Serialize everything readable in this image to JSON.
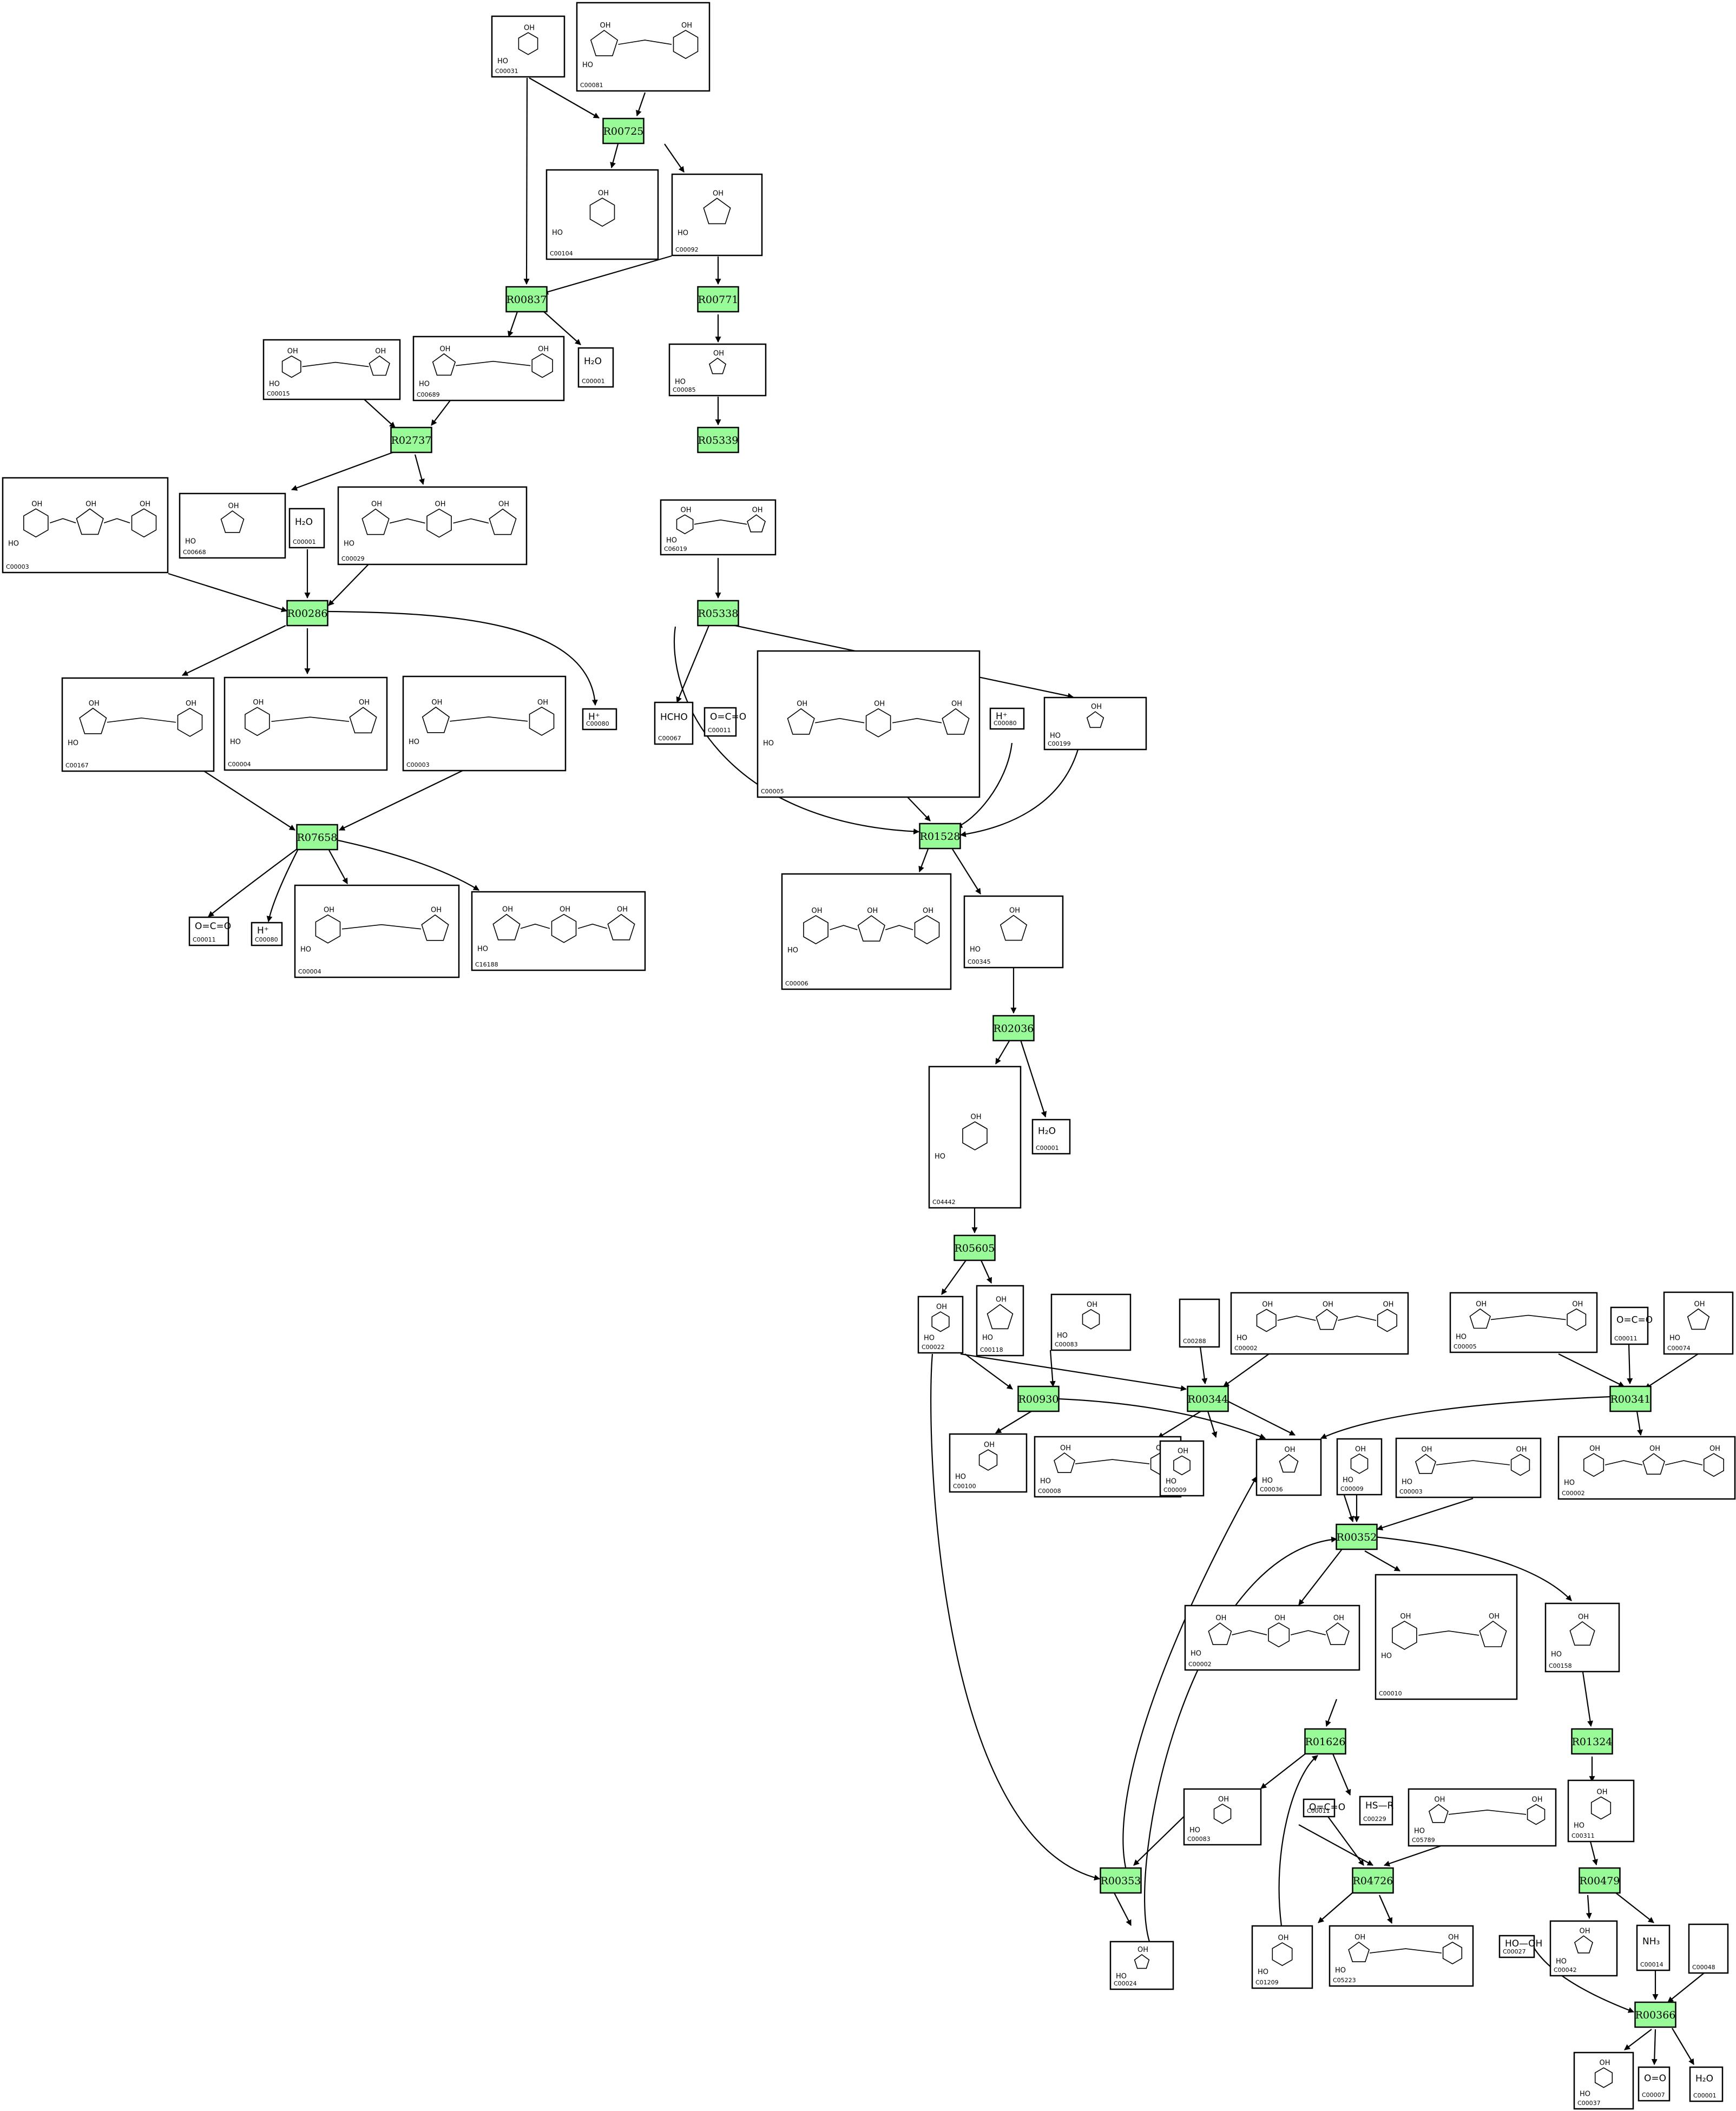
{
  "reactions": [
    {
      "id": "R00725"
    },
    {
      "id": "R00837"
    },
    {
      "id": "R00771"
    },
    {
      "id": "R05339"
    },
    {
      "id": "R02737"
    },
    {
      "id": "R00286"
    },
    {
      "id": "R05338"
    },
    {
      "id": "R07658"
    },
    {
      "id": "R01528"
    },
    {
      "id": "R02036"
    },
    {
      "id": "R05605"
    },
    {
      "id": "R00930"
    },
    {
      "id": "R00344"
    },
    {
      "id": "R00341"
    },
    {
      "id": "R00352"
    },
    {
      "id": "R01626"
    },
    {
      "id": "R01324"
    },
    {
      "id": "R04726"
    },
    {
      "id": "R00353"
    },
    {
      "id": "R00479"
    },
    {
      "id": "R00366"
    }
  ],
  "compounds": [
    {
      "key": "a1",
      "id": "C00031",
      "formula": ""
    },
    {
      "key": "a2",
      "id": "C00081",
      "formula": ""
    },
    {
      "key": "a3",
      "id": "C00104",
      "formula": ""
    },
    {
      "key": "a4",
      "id": "C00092",
      "formula": ""
    },
    {
      "key": "a5",
      "id": "C00015",
      "formula": ""
    },
    {
      "key": "a6",
      "id": "C00689",
      "formula": ""
    },
    {
      "key": "a7",
      "id": "C00001",
      "formula": "H₂O"
    },
    {
      "key": "a8",
      "id": "C00085",
      "formula": ""
    },
    {
      "key": "a9",
      "id": "C00003",
      "formula": ""
    },
    {
      "key": "a10",
      "id": "C00668",
      "formula": ""
    },
    {
      "key": "a11",
      "id": "C00001",
      "formula": "H₂O"
    },
    {
      "key": "a12",
      "id": "C00029",
      "formula": ""
    },
    {
      "key": "a13",
      "id": "C06019",
      "formula": ""
    },
    {
      "key": "a14",
      "id": "C00167",
      "formula": ""
    },
    {
      "key": "a15",
      "id": "C00004",
      "formula": ""
    },
    {
      "key": "a16",
      "id": "C00003",
      "formula": ""
    },
    {
      "key": "a17",
      "id": "C00080",
      "formula": "H⁺"
    },
    {
      "key": "a18",
      "id": "C00067",
      "formula": "HCHO"
    },
    {
      "key": "a19",
      "id": "C00011",
      "formula": "O=C=O"
    },
    {
      "key": "a20",
      "id": "C00005",
      "formula": ""
    },
    {
      "key": "a21",
      "id": "C00080",
      "formula": "H⁺"
    },
    {
      "key": "a22",
      "id": "C00199",
      "formula": ""
    },
    {
      "key": "a23",
      "id": "C00011",
      "formula": "O=C=O"
    },
    {
      "key": "a24",
      "id": "C00080",
      "formula": "H⁺"
    },
    {
      "key": "a25",
      "id": "C00004",
      "formula": ""
    },
    {
      "key": "a26",
      "id": "C16188",
      "formula": ""
    },
    {
      "key": "a27",
      "id": "C00006",
      "formula": ""
    },
    {
      "key": "a28",
      "id": "C00345",
      "formula": ""
    },
    {
      "key": "a29",
      "id": "C04442",
      "formula": ""
    },
    {
      "key": "a30",
      "id": "C00001",
      "formula": "H₂O"
    },
    {
      "key": "a31",
      "id": "C00022",
      "formula": ""
    },
    {
      "key": "a32",
      "id": "C00118",
      "formula": ""
    },
    {
      "key": "a33",
      "id": "C00083",
      "formula": ""
    },
    {
      "key": "a34",
      "id": "C00288",
      "formula": ""
    },
    {
      "key": "a35",
      "id": "C00002",
      "formula": ""
    },
    {
      "key": "a36",
      "id": "C00005",
      "formula": ""
    },
    {
      "key": "a37",
      "id": "C00011",
      "formula": "O=C=O"
    },
    {
      "key": "a38",
      "id": "C00074",
      "formula": ""
    },
    {
      "key": "a39",
      "id": "C00100",
      "formula": ""
    },
    {
      "key": "a40",
      "id": "C00008",
      "formula": ""
    },
    {
      "key": "a41",
      "id": "C00009",
      "formula": ""
    },
    {
      "key": "a42",
      "id": "C00036",
      "formula": ""
    },
    {
      "key": "a43",
      "id": "C00009",
      "formula": ""
    },
    {
      "key": "a44",
      "id": "C00003",
      "formula": ""
    },
    {
      "key": "a45",
      "id": "C00002",
      "formula": ""
    },
    {
      "key": "a46",
      "id": "C00002",
      "formula": ""
    },
    {
      "key": "a47",
      "id": "C00010",
      "formula": ""
    },
    {
      "key": "a48",
      "id": "C00158",
      "formula": ""
    },
    {
      "key": "a49",
      "id": "C00083",
      "formula": ""
    },
    {
      "key": "a50",
      "id": "C00011",
      "formula": "O=C=O"
    },
    {
      "key": "a51",
      "id": "C00229",
      "formula": "HS—R"
    },
    {
      "key": "a52",
      "id": "C05789",
      "formula": ""
    },
    {
      "key": "a53",
      "id": "C00311",
      "formula": ""
    },
    {
      "key": "a54",
      "id": "C00024",
      "formula": ""
    },
    {
      "key": "a55",
      "id": "C01209",
      "formula": ""
    },
    {
      "key": "a56",
      "id": "C05223",
      "formula": ""
    },
    {
      "key": "a57",
      "id": "C00027",
      "formula": "HO—OH"
    },
    {
      "key": "a58",
      "id": "C00042",
      "formula": ""
    },
    {
      "key": "a59",
      "id": "C00014",
      "formula": "NH₃"
    },
    {
      "key": "a60",
      "id": "C00048",
      "formula": ""
    },
    {
      "key": "a61",
      "id": "C00037",
      "formula": ""
    },
    {
      "key": "a62",
      "id": "C00007",
      "formula": "O=O"
    },
    {
      "key": "a63",
      "id": "C00001",
      "formula": "H₂O"
    }
  ]
}
